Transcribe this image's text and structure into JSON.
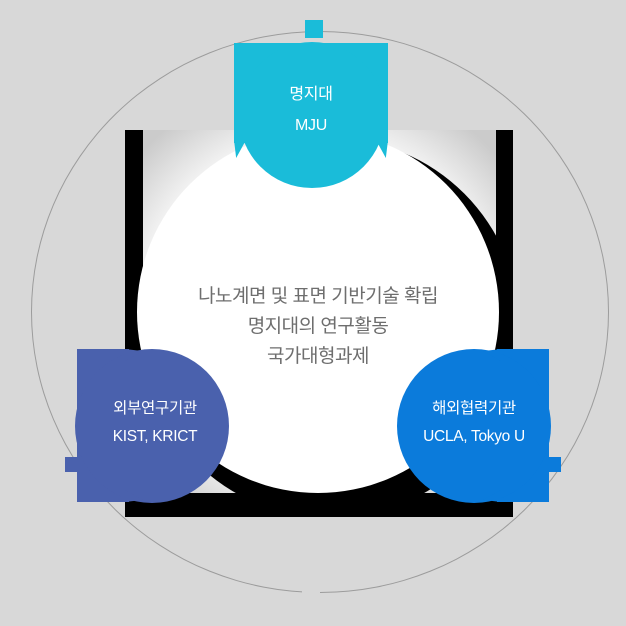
{
  "colors": {
    "background": "#d8d8d8",
    "ring": "#9c9c9c",
    "square_black": "#000000",
    "square_gray": "#cbcbcb",
    "circle_white": "#ffffff",
    "badge_top": "#1abcd9",
    "badge_left": "#4a61ad",
    "badge_right": "#0b7bdb",
    "center_text": "#6e6e6e",
    "badge_text": "#ffffff"
  },
  "center": {
    "line1": "나노계면 및 표면 기반기술 확립",
    "line2": "명지대의 연구활동",
    "line3": "국가대형과제"
  },
  "badges": {
    "top": {
      "line1": "명지대",
      "line2": "MJU"
    },
    "left": {
      "line1": "외부연구기관",
      "line2": "KIST, KRICT"
    },
    "right": {
      "line1": "해외협력기관",
      "line2": "UCLA, Tokyo U"
    }
  }
}
